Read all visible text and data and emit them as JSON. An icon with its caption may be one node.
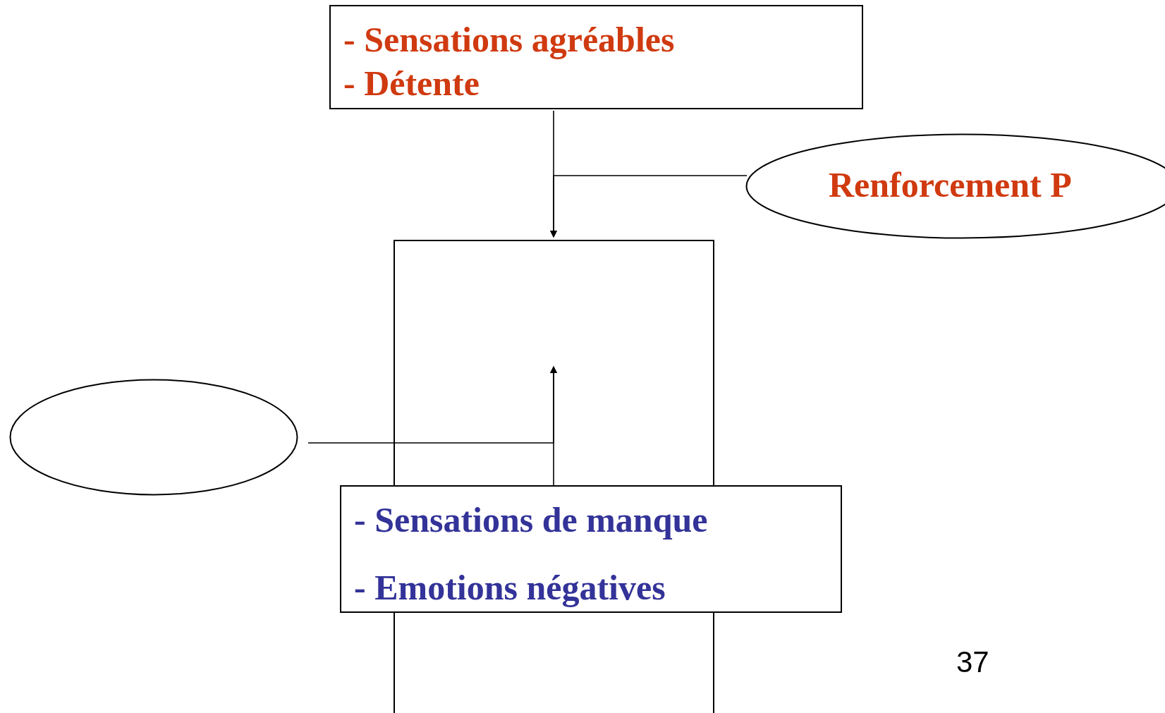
{
  "diagram": {
    "nodes": [
      {
        "text": [
          "- Sensations agréables",
          "- Détente"
        ]
      },
      {
        "text": [
          "Renforcement P"
        ]
      },
      {
        "text": [],
        "shape": "box"
      },
      {
        "text": [],
        "shape": "ellipse"
      },
      {
        "text": [
          "- Sensations de manque",
          "- Emotions négatives"
        ]
      }
    ],
    "edges": [
      {
        "from": 0,
        "to": 2,
        "arrow": "to"
      },
      {
        "from": 1,
        "to": 2,
        "arrow": "to"
      },
      {
        "from": 4,
        "to": 2,
        "arrow": "to"
      },
      {
        "from": 3,
        "to": 2,
        "arrow": "to"
      }
    ],
    "labels": [
      "37"
    ]
  }
}
